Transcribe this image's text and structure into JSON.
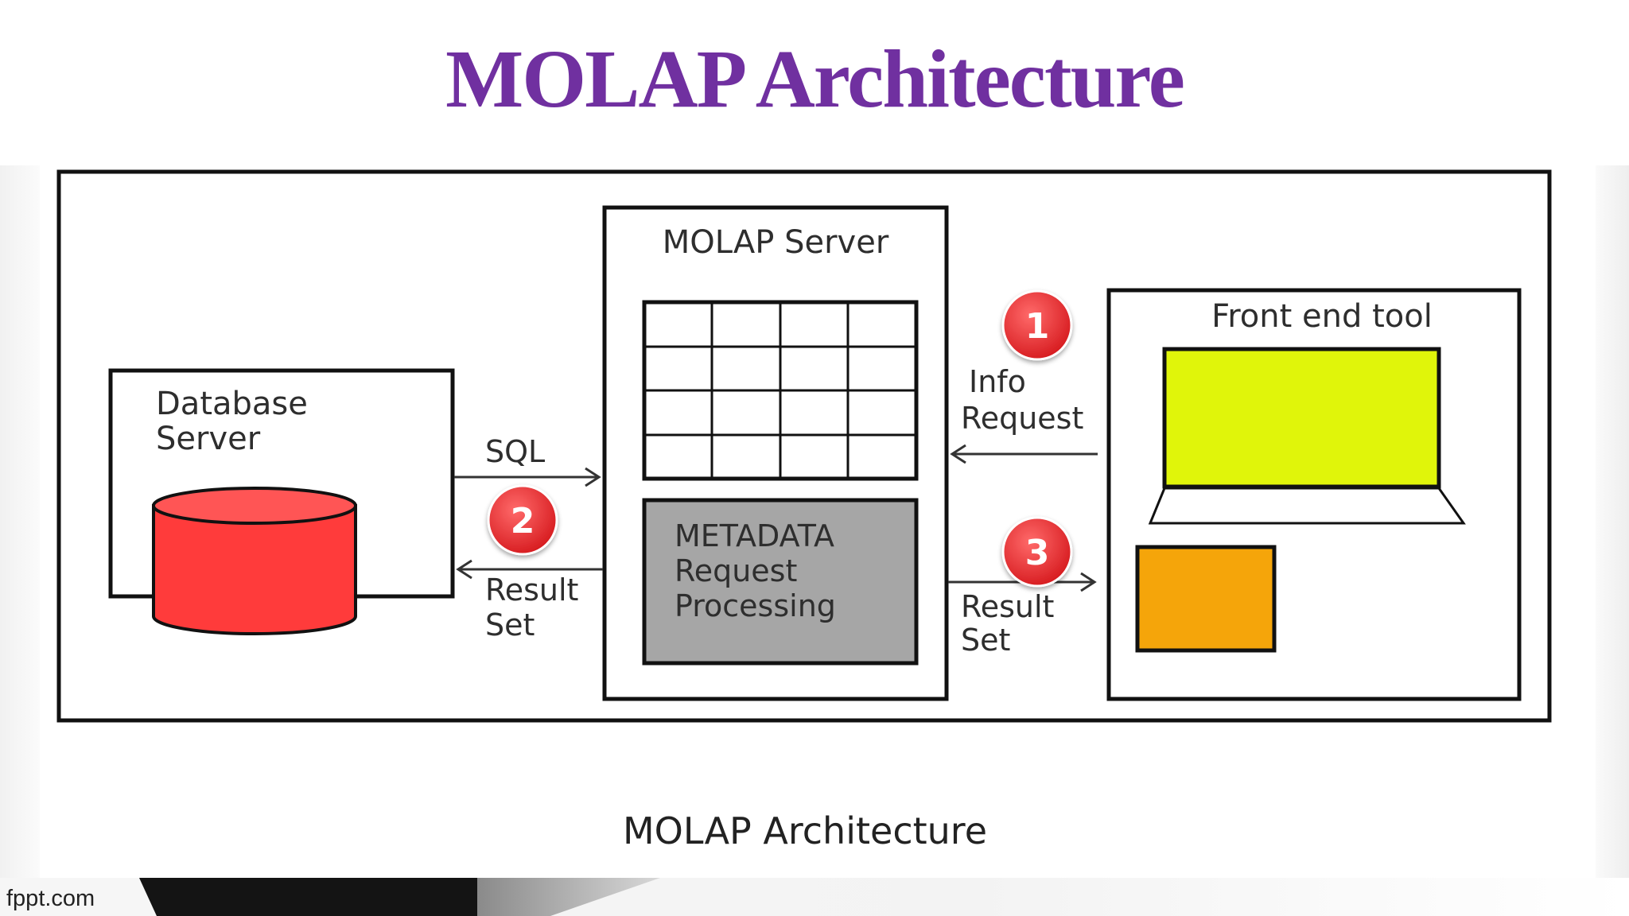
{
  "slide": {
    "title": "MOLAP Architecture",
    "title_color": "#7030a0",
    "footer_brand": "fppt.com"
  },
  "diagram": {
    "database_server": {
      "label_line1": "Database",
      "label_line2": "Server",
      "cylinder_color": "#ff3b3b"
    },
    "molap_server": {
      "label": "MOLAP Server",
      "grid_rows": 4,
      "grid_cols": 4,
      "metadata_line1": "METADATA",
      "metadata_line2": "Request",
      "metadata_line3": "Processing",
      "metadata_color": "#a6a6a6"
    },
    "front_end_tool": {
      "label": "Front end tool",
      "monitor_color": "#e0f50a",
      "keyboard_color": "#f5a50a"
    },
    "arrows": {
      "sql": "SQL",
      "result_set_left_line1": "Result",
      "result_set_left_line2": "Set",
      "info_request_line1": "Info",
      "info_request_line2": "Request",
      "result_set_right_line1": "Result",
      "result_set_right_line2": "Set"
    },
    "badges": [
      "1",
      "2",
      "3"
    ],
    "badge_color": "#e8282b",
    "caption": "MOLAP Architecture"
  }
}
